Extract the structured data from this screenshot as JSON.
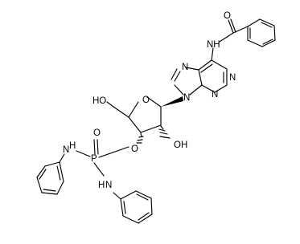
{
  "molecule": {
    "atom_labels": {
      "amide_nh": "NH",
      "amide_o": "O",
      "purine_n7": "N",
      "purine_n1": "N",
      "purine_n9": "N",
      "purine_n3": "N",
      "hydroxymethyl_oh": "HO",
      "ring_o": "O",
      "oh_2": "OH",
      "phosphoryl_o": "O",
      "phosphorus": "P",
      "nh_left": "H",
      "nh_left_n": "N",
      "ester_o": "O",
      "nh_lower_h": "H",
      "nh_lower_n": "N"
    },
    "colors": {
      "bond": "#000000",
      "background": "#ffffff"
    }
  }
}
